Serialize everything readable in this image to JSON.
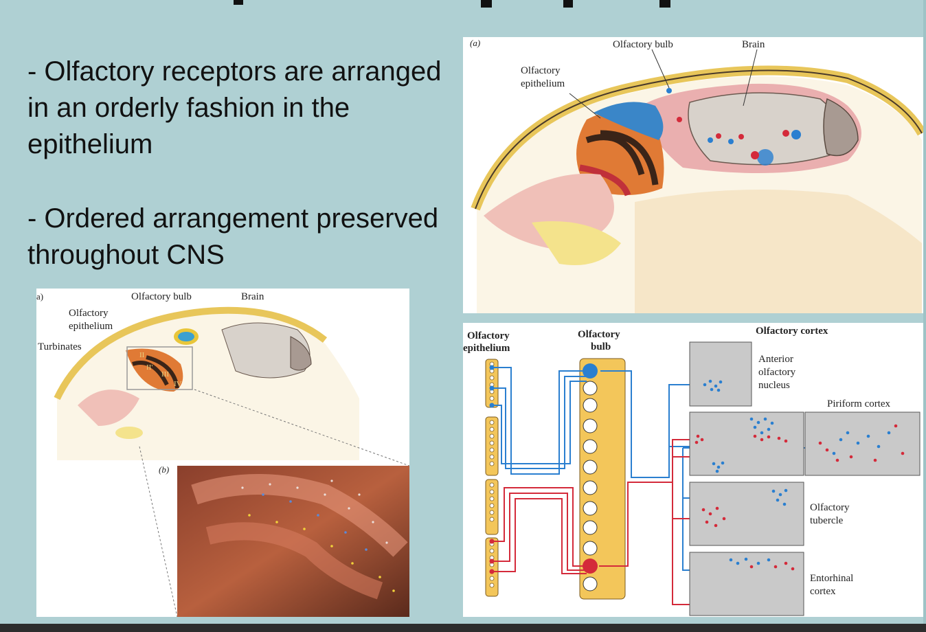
{
  "slide": {
    "bullets": [
      "- Olfactory receptors are arranged in an orderly fashion in the epithelium",
      "- Ordered arrangement preserved throughout CNS"
    ],
    "background_color": "#afd0d3"
  },
  "figure_a": {
    "panel_label": "(a)",
    "labels": {
      "olfactory_bulb": "Olfactory bulb",
      "brain": "Brain",
      "epithelium_line1": "Olfactory",
      "epithelium_line2": "epithelium"
    }
  },
  "figure_left": {
    "panel_label": "a)",
    "inset_label": "(b)",
    "labels": {
      "olfactory_bulb": "Olfactory bulb",
      "brain": "Brain",
      "epithelium_line1": "Olfactory",
      "epithelium_line2": "epithelium",
      "turbinates": "Turbinates",
      "turbinate_ids": [
        "II",
        "II'",
        "III",
        "IV"
      ]
    }
  },
  "circuit": {
    "col_epithelium_line1": "Olfactory",
    "col_epithelium_line2": "epithelium",
    "col_bulb_line1": "Olfactory",
    "col_bulb_line2": "bulb",
    "col_cortex": "Olfactory cortex",
    "regions": {
      "anterior_line1": "Anterior",
      "anterior_line2": "olfactory",
      "anterior_line3": "nucleus",
      "piriform": "Piriform cortex",
      "tubercle_line1": "Olfactory",
      "tubercle_line2": "tubercle",
      "entorhinal_line1": "Entorhinal",
      "entorhinal_line2": "cortex"
    },
    "colors": {
      "blue": "#2a7fd0",
      "red": "#d42a3a",
      "yellow": "#f3c65a",
      "gray": "#c9c9c9"
    }
  }
}
